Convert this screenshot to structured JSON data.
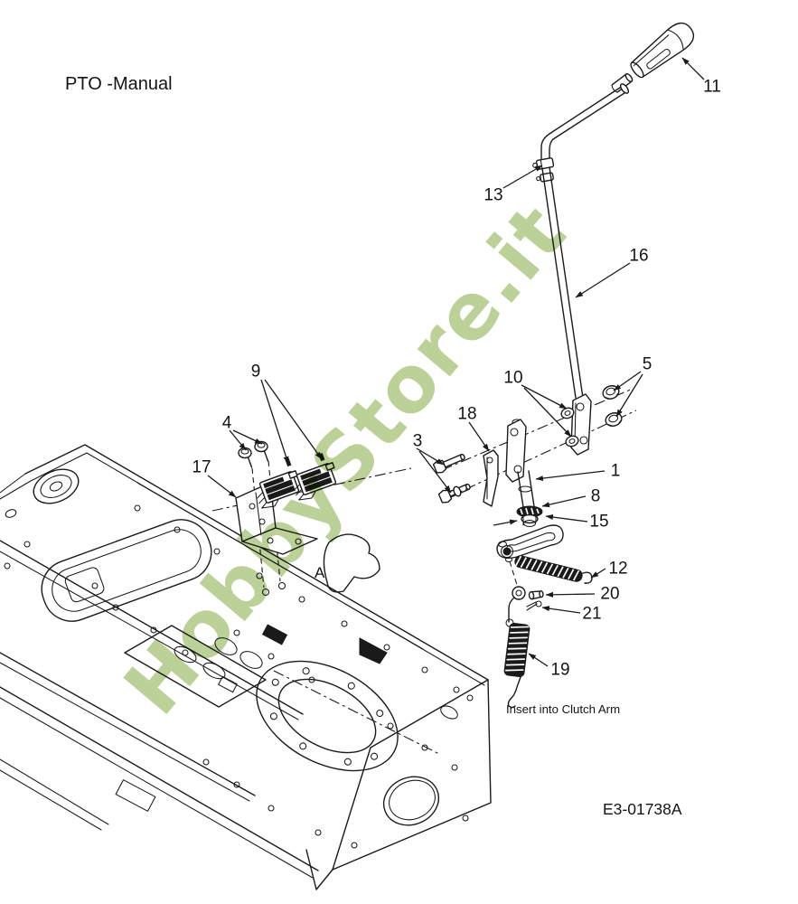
{
  "page": {
    "title": "PTO -Manual",
    "drawing_number": "E3-01738A",
    "note": "Insert into Clutch Arm",
    "view_marker": "A"
  },
  "watermark": {
    "text": "HobbyStore.it",
    "color": "#b5cd8f"
  },
  "colors": {
    "ink": "#1a1a1a",
    "paper": "#ffffff"
  },
  "parts": [
    {
      "number": "1"
    },
    {
      "number": "3"
    },
    {
      "number": "4"
    },
    {
      "number": "5"
    },
    {
      "number": "8"
    },
    {
      "number": "9"
    },
    {
      "number": "10"
    },
    {
      "number": "11"
    },
    {
      "number": "12"
    },
    {
      "number": "13"
    },
    {
      "number": "15"
    },
    {
      "number": "16"
    },
    {
      "number": "17"
    },
    {
      "number": "18"
    },
    {
      "number": "19"
    },
    {
      "number": "20"
    },
    {
      "number": "21"
    }
  ]
}
